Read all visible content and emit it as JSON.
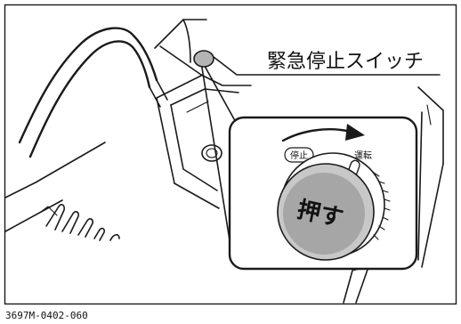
{
  "labels": {
    "callout": "緊急停止スイッチ",
    "stop": "停止",
    "run": "運転",
    "push": "押す"
  },
  "figure_code": "3697M-0402-060",
  "colors": {
    "knob_fill": "#a6a6a6",
    "button_fill": "#c8c8c8",
    "line": "#1a1a1a",
    "background": "#ffffff"
  },
  "icons": {
    "rotation": "curved-arrow-icon"
  }
}
